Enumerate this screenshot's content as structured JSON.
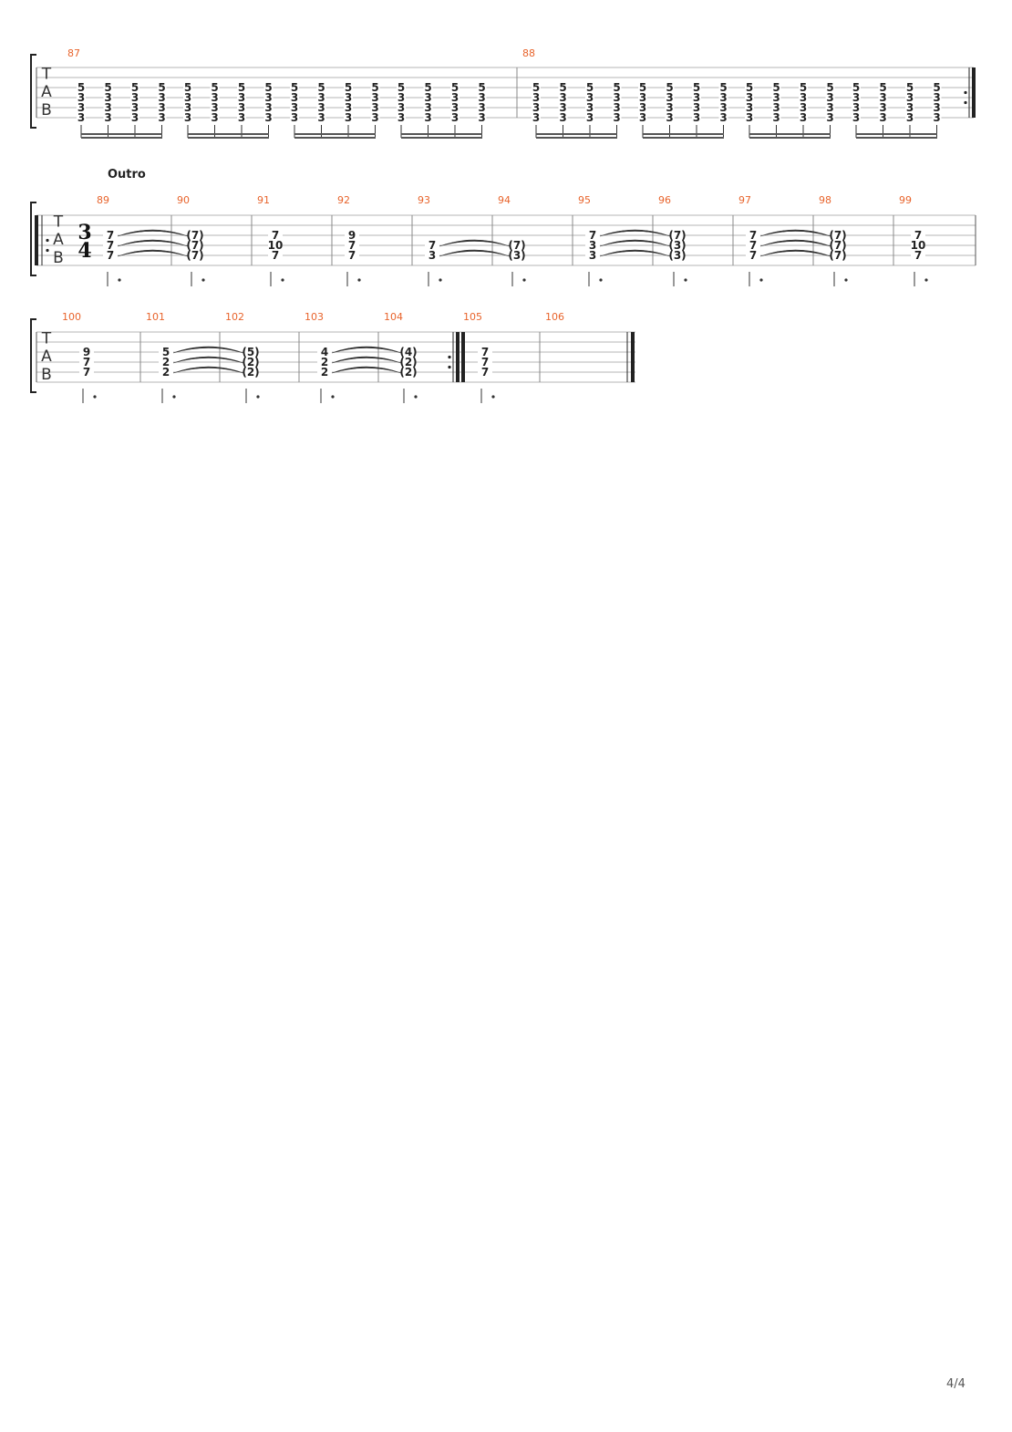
{
  "page_number": "4/4",
  "tab_clef": [
    "T",
    "A",
    "B"
  ],
  "time_signature": {
    "top": "3",
    "bottom": "4"
  },
  "chord_a": [
    "5",
    "3",
    "3",
    "3"
  ],
  "systems": [
    {
      "measures": [
        {
          "number": "87",
          "notes": [
            [
              "5",
              "3",
              "3",
              "3"
            ],
            [
              "5",
              "3",
              "3",
              "3"
            ],
            [
              "5",
              "3",
              "3",
              "3"
            ],
            [
              "5",
              "3",
              "3",
              "3"
            ],
            [
              "5",
              "3",
              "3",
              "3"
            ],
            [
              "5",
              "3",
              "3",
              "3"
            ],
            [
              "5",
              "3",
              "3",
              "3"
            ],
            [
              "5",
              "3",
              "3",
              "3"
            ],
            [
              "5",
              "3",
              "3",
              "3"
            ],
            [
              "5",
              "3",
              "3",
              "3"
            ],
            [
              "5",
              "3",
              "3",
              "3"
            ],
            [
              "5",
              "3",
              "3",
              "3"
            ],
            [
              "5",
              "3",
              "3",
              "3"
            ],
            [
              "5",
              "3",
              "3",
              "3"
            ],
            [
              "5",
              "3",
              "3",
              "3"
            ],
            [
              "5",
              "3",
              "3",
              "3"
            ]
          ]
        },
        {
          "number": "88",
          "notes": [
            [
              "5",
              "3",
              "3",
              "3"
            ],
            [
              "5",
              "3",
              "3",
              "3"
            ],
            [
              "5",
              "3",
              "3",
              "3"
            ],
            [
              "5",
              "3",
              "3",
              "3"
            ],
            [
              "5",
              "3",
              "3",
              "3"
            ],
            [
              "5",
              "3",
              "3",
              "3"
            ],
            [
              "5",
              "3",
              "3",
              "3"
            ],
            [
              "5",
              "3",
              "3",
              "3"
            ],
            [
              "5",
              "3",
              "3",
              "3"
            ],
            [
              "5",
              "3",
              "3",
              "3"
            ],
            [
              "5",
              "3",
              "3",
              "3"
            ],
            [
              "5",
              "3",
              "3",
              "3"
            ],
            [
              "5",
              "3",
              "3",
              "3"
            ],
            [
              "5",
              "3",
              "3",
              "3"
            ],
            [
              "5",
              "3",
              "3",
              "3"
            ],
            [
              "5",
              "3",
              "3",
              "3"
            ]
          ]
        }
      ]
    },
    {
      "section": "Outro",
      "measures": [
        {
          "number": "89",
          "notes": [
            [
              "7",
              "7",
              "7"
            ]
          ]
        },
        {
          "number": "90",
          "notes": [
            [
              "(7)",
              "(7)",
              "(7)"
            ]
          ]
        },
        {
          "number": "91",
          "notes": [
            [
              "7",
              "10",
              "7"
            ]
          ]
        },
        {
          "number": "92",
          "notes": [
            [
              "9",
              "7",
              "7"
            ]
          ]
        },
        {
          "number": "93",
          "notes": [
            [
              "7",
              "3"
            ]
          ]
        },
        {
          "number": "94",
          "notes": [
            [
              "(7)",
              "(3)"
            ]
          ]
        },
        {
          "number": "95",
          "notes": [
            [
              "7",
              "3",
              "3"
            ]
          ]
        },
        {
          "number": "96",
          "notes": [
            [
              "(7)",
              "(3)",
              "(3)"
            ]
          ]
        },
        {
          "number": "97",
          "notes": [
            [
              "7",
              "7",
              "7"
            ]
          ]
        },
        {
          "number": "98",
          "notes": [
            [
              "(7)",
              "(7)",
              "(7)"
            ]
          ]
        },
        {
          "number": "99",
          "notes": [
            [
              "7",
              "10",
              "7"
            ]
          ]
        }
      ]
    },
    {
      "measures": [
        {
          "number": "100",
          "notes": [
            [
              "9",
              "7",
              "7"
            ]
          ]
        },
        {
          "number": "101",
          "notes": [
            [
              "5",
              "2",
              "2"
            ]
          ]
        },
        {
          "number": "102",
          "notes": [
            [
              "(5)",
              "(2)",
              "(2)"
            ]
          ]
        },
        {
          "number": "103",
          "notes": [
            [
              "4",
              "2",
              "2"
            ]
          ]
        },
        {
          "number": "104",
          "notes": [
            [
              "(4)",
              "(2)",
              "(2)"
            ]
          ]
        },
        {
          "number": "105",
          "notes": [
            [
              "7",
              "7",
              "7"
            ]
          ]
        },
        {
          "number": "106",
          "notes": []
        }
      ]
    }
  ]
}
